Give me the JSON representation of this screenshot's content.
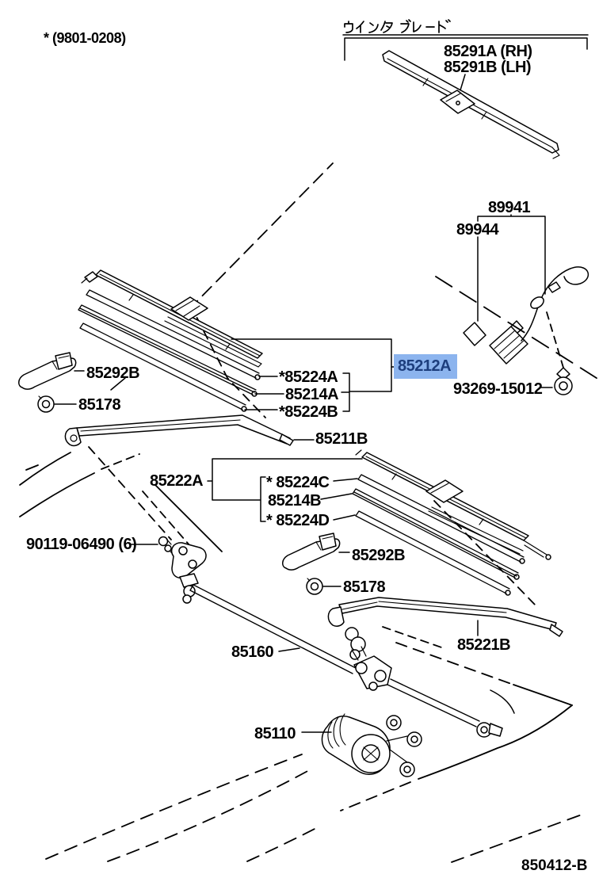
{
  "page": {
    "background": "#ffffff",
    "line_color": "#000000"
  },
  "labels": {
    "note": "* (9801-0208)",
    "winter_blade_title": "ウインタ ブレード",
    "blade_rh": "85291A (RH)",
    "blade_lh": "85291B (LH)",
    "p89941": "89941",
    "p89944": "89944",
    "p85292b_a": "85292B",
    "p85178_a": "85178",
    "p85224a": "*85224A",
    "p85214a": "85214A",
    "p85224b": "*85224B",
    "p85212a": "85212A",
    "p93269_15012": "93269-15012",
    "p85211b": "85211B",
    "p85222a": "85222A",
    "p85224c": "* 85224C",
    "p85214b": "85214B",
    "p85224d": "* 85224D",
    "p90119_06490": "90119-06490 (6)",
    "p85292b_b": "85292B",
    "p85178_b": "85178",
    "p85221b": "85221B",
    "p85160": "85160",
    "p85110": "85110",
    "diagram_code": "850412-B"
  },
  "highlight": {
    "part": "85212A",
    "background": "#8cb4ee",
    "text_color": "#1d3e7d"
  }
}
